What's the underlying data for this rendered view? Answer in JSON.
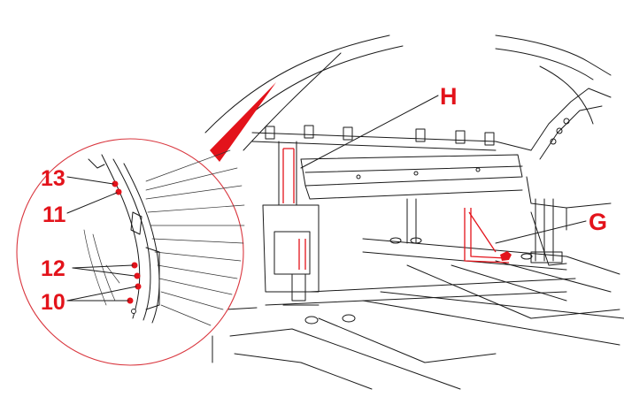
{
  "diagram": {
    "accent_color": "#e3131b",
    "line_color": "#1a1a1a",
    "callouts": [
      {
        "id": "H",
        "label": "H"
      },
      {
        "id": "G",
        "label": "G"
      }
    ],
    "inset_callouts": [
      {
        "id": "13",
        "label": "13"
      },
      {
        "id": "11",
        "label": "11"
      },
      {
        "id": "12",
        "label": "12"
      },
      {
        "id": "10",
        "label": "10"
      }
    ]
  }
}
